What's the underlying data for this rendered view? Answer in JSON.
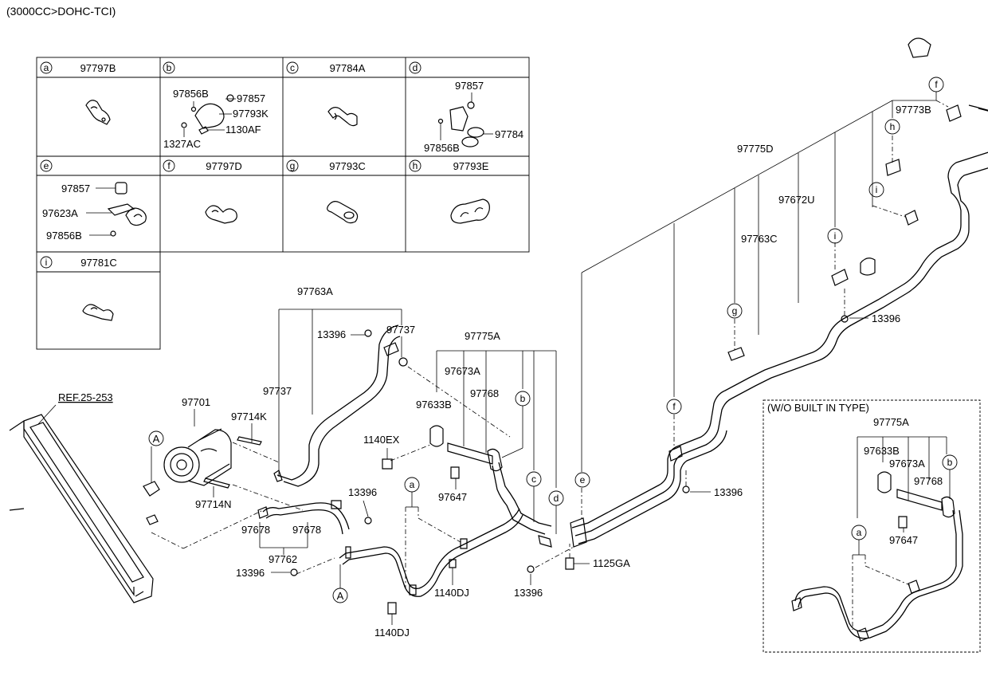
{
  "header": "(3000CC>DOHC-TCI)",
  "table": {
    "cells": [
      {
        "letter": "a",
        "part": "97797B"
      },
      {
        "letter": "b",
        "part": ""
      },
      {
        "letter": "c",
        "part": "97784A"
      },
      {
        "letter": "d",
        "part": ""
      },
      {
        "letter": "e",
        "part": ""
      },
      {
        "letter": "f",
        "part": "97797D"
      },
      {
        "letter": "g",
        "part": "97793C"
      },
      {
        "letter": "h",
        "part": "97793E"
      },
      {
        "letter": "i",
        "part": "97781C"
      }
    ],
    "b_parts": [
      "97856B",
      "97857",
      "97793K",
      "1130AF",
      "1327AC"
    ],
    "d_parts": [
      "97857",
      "97784",
      "97856B"
    ],
    "e_parts": [
      "97857",
      "97623A",
      "97856B"
    ]
  },
  "labels": {
    "ref": "REF.25-253",
    "p97763A": "97763A",
    "p13396_a": "13396",
    "p97737_a": "97737",
    "p97737_b": "97737",
    "p97775A": "97775A",
    "p97673A": "97673A",
    "p97768": "97768",
    "p97633B": "97633B",
    "p1140EX": "1140EX",
    "p97647": "97647",
    "p97701": "97701",
    "p97714K": "97714K",
    "p97714N": "97714N",
    "p13396_b": "13396",
    "p97678_a": "97678",
    "p97678_b": "97678",
    "p97762": "97762",
    "p13396_c": "13396",
    "p1140DJ_a": "1140DJ",
    "p1140DJ_b": "1140DJ",
    "p13396_d": "13396",
    "p1125GA": "1125GA",
    "p13396_e": "13396",
    "p13396_f": "13396",
    "p97775D": "97775D",
    "p97773B": "97773B",
    "p97672U": "97672U",
    "p97763C": "97763C"
  },
  "callouts": {
    "A1": "A",
    "A2": "A",
    "b1": "b",
    "c1": "c",
    "d1": "d",
    "a1": "a",
    "e1": "e",
    "f1": "f",
    "g1": "g",
    "i1": "i",
    "i2": "i",
    "h1": "h",
    "f2": "f",
    "a2": "a",
    "b2": "b"
  },
  "inset": {
    "title": "(W/O BUILT IN TYPE)",
    "p97775A": "97775A",
    "p97633B": "97633B",
    "p97673A": "97673A",
    "p97768": "97768",
    "p97647": "97647"
  }
}
